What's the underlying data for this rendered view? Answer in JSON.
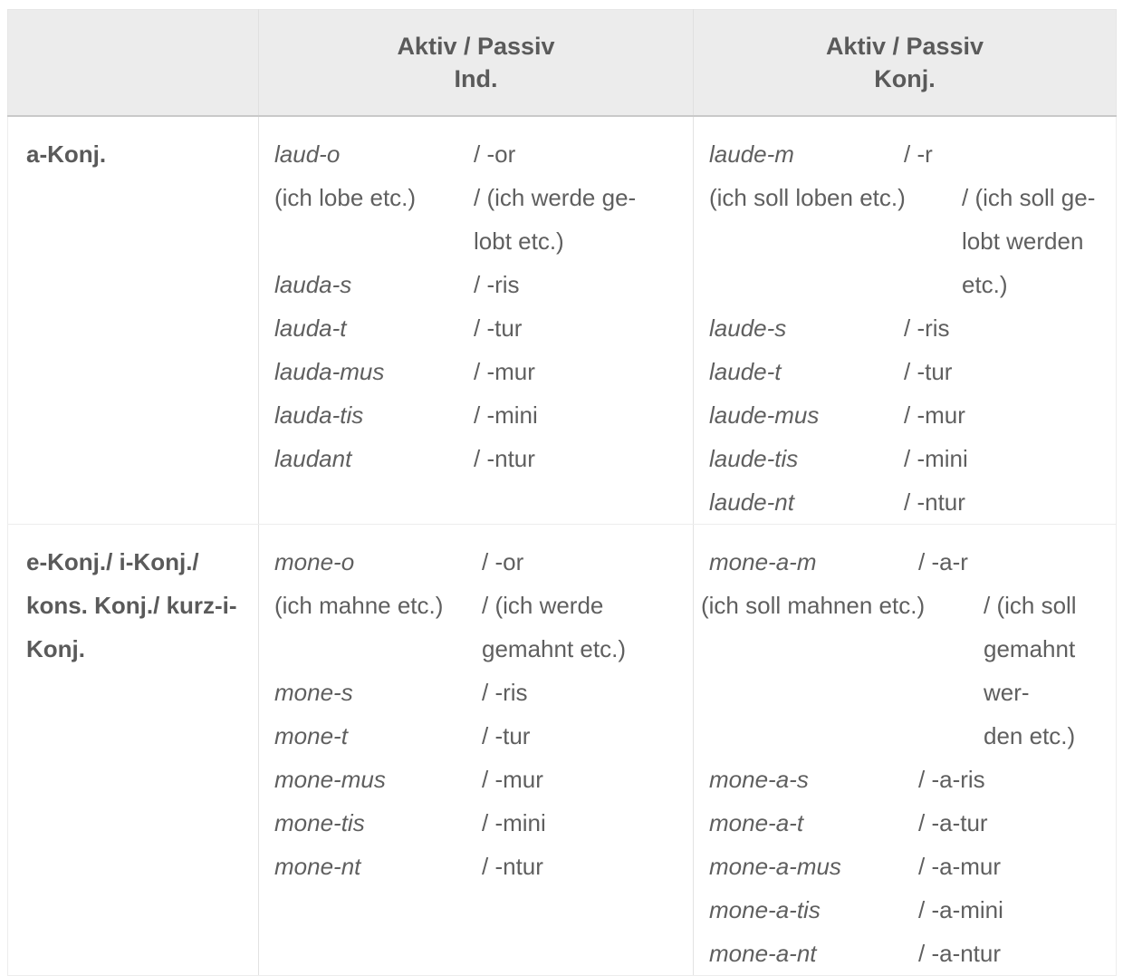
{
  "table": {
    "header": {
      "label_col": "",
      "columns": [
        {
          "line1": "Aktiv / Passiv",
          "line2": "Ind."
        },
        {
          "line1": "Aktiv / Passiv",
          "line2": "Konj."
        }
      ]
    },
    "rows": [
      {
        "label": "a-Konj.",
        "ind": {
          "first": {
            "stem": "laud-o",
            "ending": "/ -or"
          },
          "gloss": {
            "left": "(ich lobe etc.)",
            "right": "/ (ich werde ge-",
            "hang": "lobt etc.)"
          },
          "forms": [
            {
              "stem": "lauda-s",
              "ending": "/ -ris"
            },
            {
              "stem": "lauda-t",
              "ending": "/ -tur"
            },
            {
              "stem": "lauda-mus",
              "ending": "/ -mur"
            },
            {
              "stem": "lauda-tis",
              "ending": "/ -mini"
            },
            {
              "stem": "laudant",
              "ending": "/ -ntur"
            }
          ]
        },
        "konj": {
          "first": {
            "stem": "laude-m",
            "ending": "/ -r"
          },
          "gloss": {
            "left": "(ich soll loben etc.)",
            "right": "/ (ich soll ge-",
            "hang": "lobt werden etc.)"
          },
          "forms": [
            {
              "stem": "laude-s",
              "ending": "/ -ris"
            },
            {
              "stem": "laude-t",
              "ending": "/ -tur"
            },
            {
              "stem": "laude-mus",
              "ending": "/ -mur"
            },
            {
              "stem": "laude-tis",
              "ending": "/ -mini"
            },
            {
              "stem": "laude-nt",
              "ending": "/ -ntur"
            }
          ]
        }
      },
      {
        "label": "e-Konj./ i-Konj./ kons. Konj./ kurz-i-Konj.",
        "ind": {
          "first": {
            "stem": "mone-o",
            "ending": "/ -or"
          },
          "gloss": {
            "left": "(ich mahne etc.)",
            "right": "/ (ich werde",
            "hang": "gemahnt etc.)"
          },
          "forms": [
            {
              "stem": "mone-s",
              "ending": "/ -ris"
            },
            {
              "stem": "mone-t",
              "ending": "/ -tur"
            },
            {
              "stem": "mone-mus",
              "ending": "/ -mur"
            },
            {
              "stem": "mone-tis",
              "ending": "/ -mini"
            },
            {
              "stem": "mone-nt",
              "ending": "/ -ntur"
            }
          ]
        },
        "konj": {
          "first": {
            "stem": "mone-a-m",
            "ending": "/ -a-r"
          },
          "gloss": {
            "left": "(ich soll mahnen etc.)",
            "right": "/ (ich soll",
            "hang": "gemahnt wer-",
            "hang2": "den etc.)"
          },
          "forms": [
            {
              "stem": "mone-a-s",
              "ending": "/ -a-ris"
            },
            {
              "stem": "mone-a-t",
              "ending": "/ -a-tur"
            },
            {
              "stem": "mone-a-mus",
              "ending": "/ -a-mur"
            },
            {
              "stem": "mone-a-tis",
              "ending": "/ -a-mini"
            },
            {
              "stem": "mone-a-nt",
              "ending": "/ -a-ntur"
            }
          ]
        }
      }
    ]
  },
  "colors": {
    "header_bg": "#ececec",
    "text": "#5f5f5f",
    "label_text": "#5a5a5a",
    "border": "#e2e2e2",
    "header_border": "#c9c9c9"
  }
}
